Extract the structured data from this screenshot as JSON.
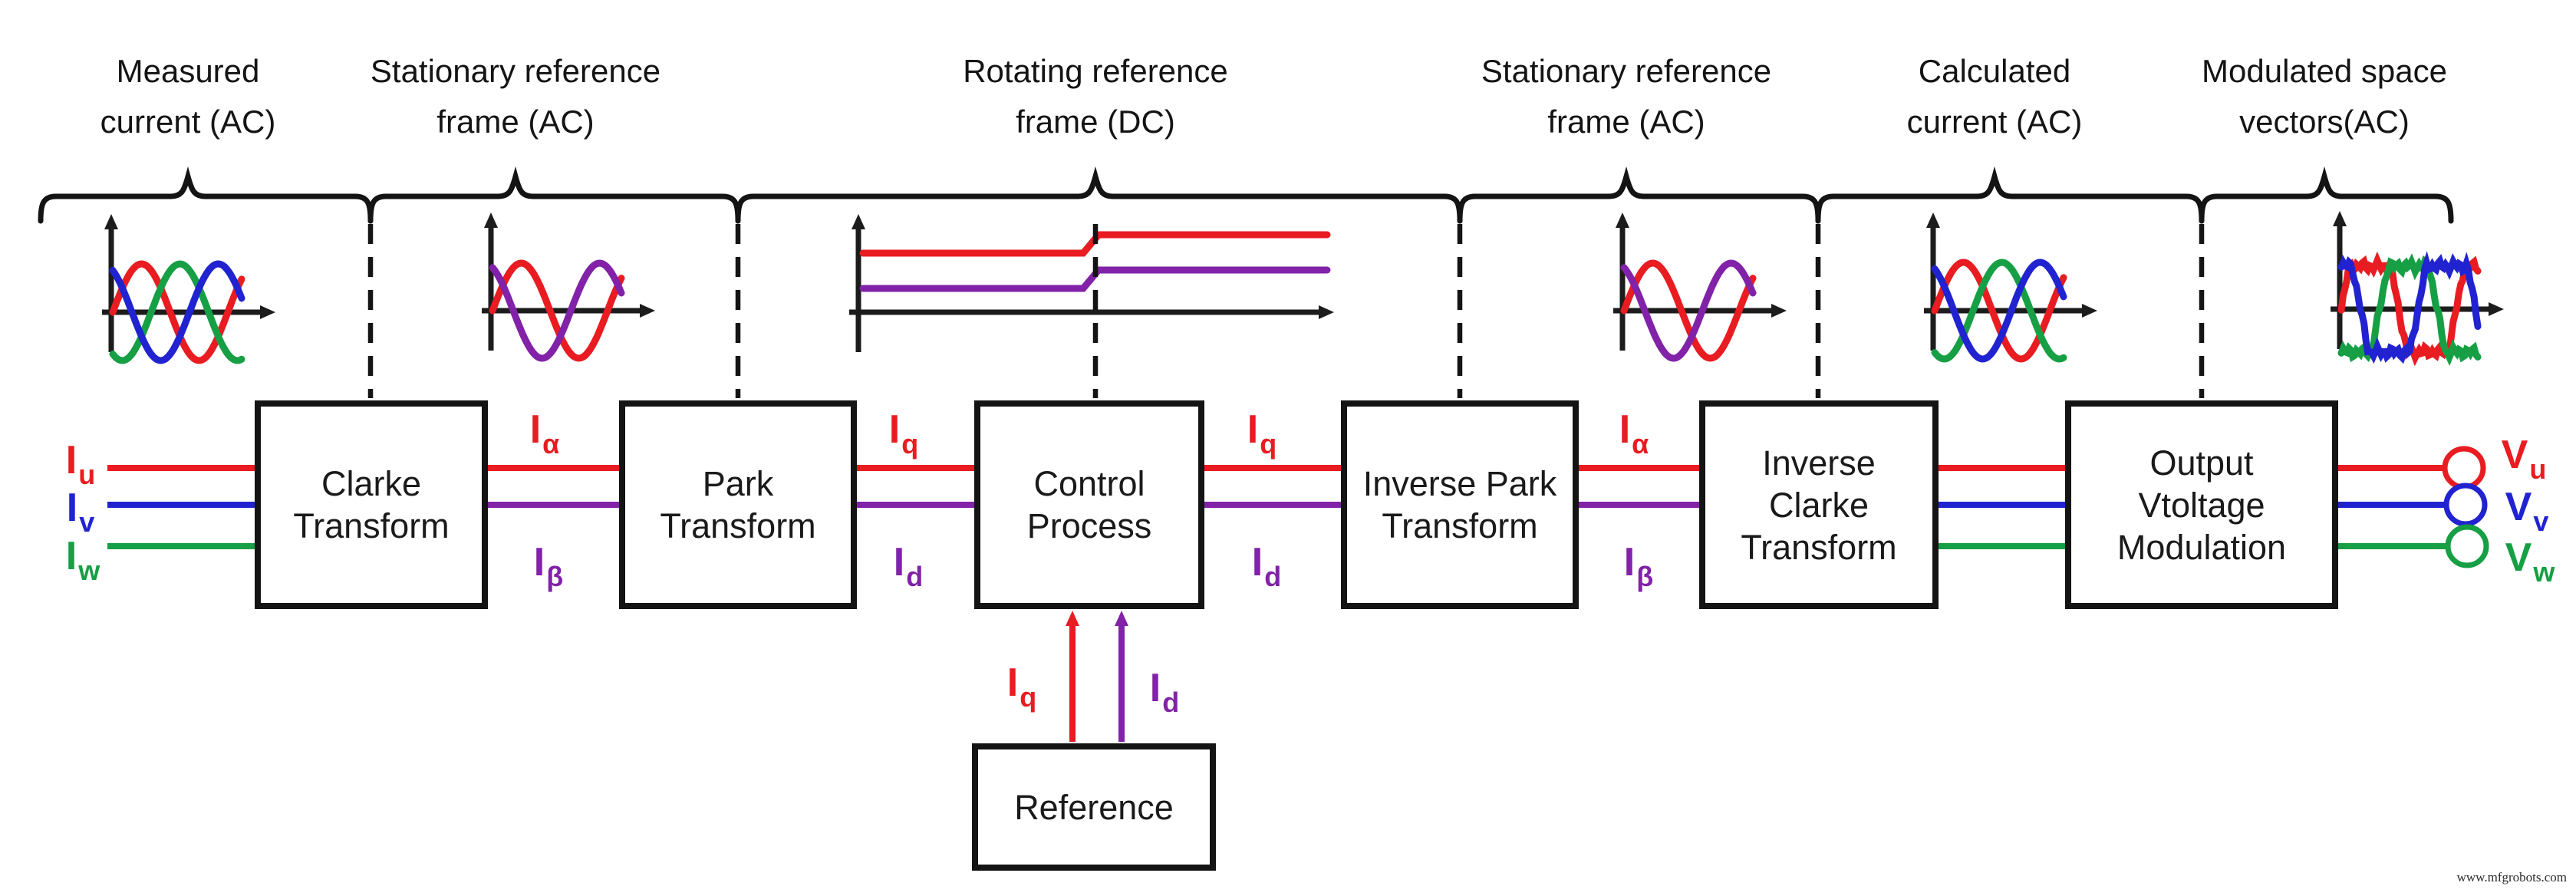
{
  "regions": [
    {
      "line1": "Measured",
      "line2": "current (AC)"
    },
    {
      "line1": "Stationary reference",
      "line2": "frame (AC)"
    },
    {
      "line1": "Rotating reference",
      "line2": "frame (DC)"
    },
    {
      "line1": "Stationary reference",
      "line2": "frame (AC)"
    },
    {
      "line1": "Calculated",
      "line2": "current (AC)"
    },
    {
      "line1": "Modulated space",
      "line2": "vectors(AC)"
    }
  ],
  "blocks": {
    "clarke": {
      "line1": "Clarke",
      "line2": "Transform"
    },
    "park": {
      "line1": "Park",
      "line2": "Transform"
    },
    "control": {
      "line1": "Control",
      "line2": "Process"
    },
    "inverse_park": {
      "line1": "Inverse Park",
      "line2": "Transform"
    },
    "inverse_clarke": {
      "line1": "Inverse",
      "line2": "Clarke",
      "line3": "Transform"
    },
    "output": {
      "line1": "Output",
      "line2": "Vtoltage",
      "line3": "Modulation"
    },
    "reference": {
      "label": "Reference"
    }
  },
  "signals": {
    "iu": {
      "base": "I",
      "sub": "u"
    },
    "iv": {
      "base": "I",
      "sub": "v"
    },
    "iw": {
      "base": "I",
      "sub": "w"
    },
    "ialpha": {
      "base": "I",
      "sub": "α"
    },
    "ibeta": {
      "base": "I",
      "sub": "β"
    },
    "iq": {
      "base": "I",
      "sub": "q"
    },
    "id": {
      "base": "I",
      "sub": "d"
    },
    "vu": {
      "base": "V",
      "sub": "u"
    },
    "vv": {
      "base": "V",
      "sub": "v"
    },
    "vw": {
      "base": "V",
      "sub": "w"
    }
  },
  "icons": {
    "measured_chart": "three-phase-sine-waves-icon",
    "stationary_chart": "two-phase-sine-waves-icon",
    "rotating_chart": "dc-step-levels-icon",
    "stationary_chart_2": "two-phase-sine-waves-icon",
    "calculated_chart": "three-phase-sine-waves-icon",
    "modulated_chart": "noisy-three-phase-square-waves-icon"
  },
  "colors": {
    "phase_u_red": "#e81c21",
    "phase_v_blue": "#2123d0",
    "phase_w_green": "#169f44",
    "dq_purple": "#8122a8",
    "line_black": "#141414"
  },
  "watermark": "www.mfgrobots.com"
}
